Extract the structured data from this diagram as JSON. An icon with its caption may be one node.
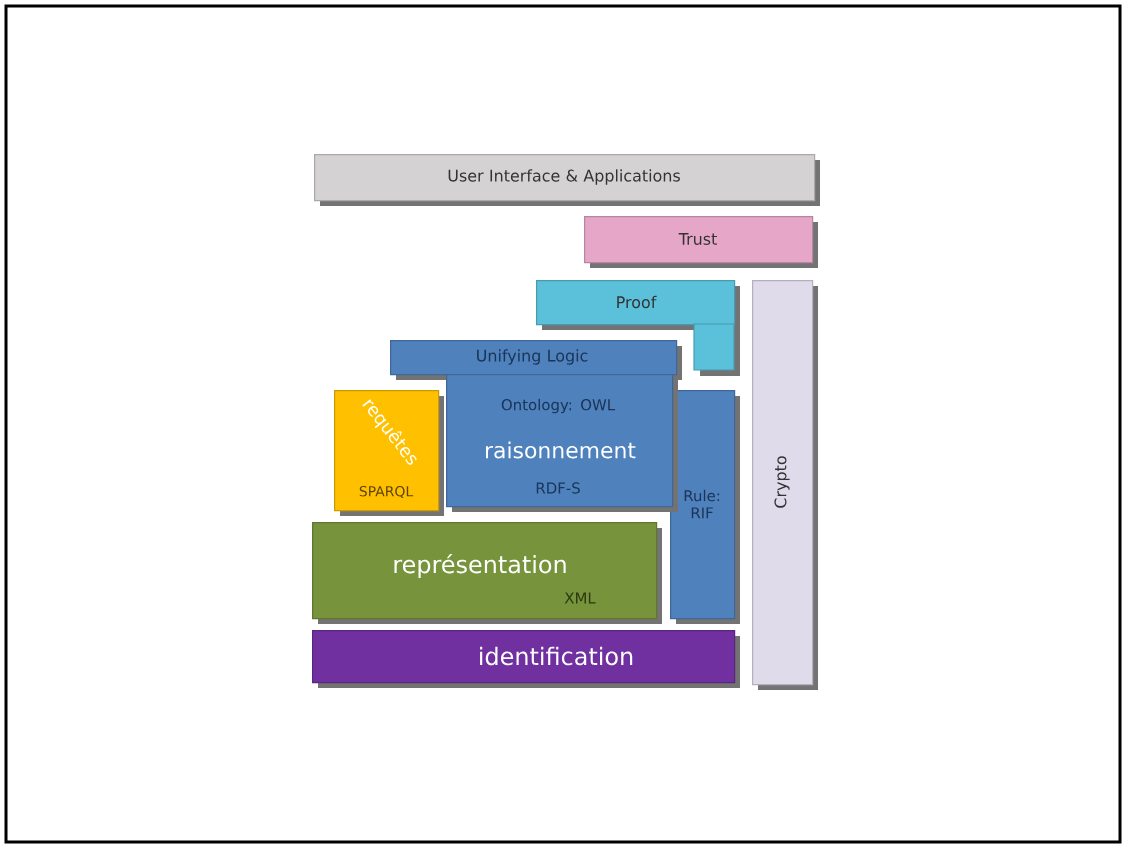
{
  "diagram": {
    "nodes": [
      {
        "text": [
          "User Interface & Applications"
        ]
      },
      {
        "text": [
          "Trust"
        ]
      },
      {
        "text": [
          "Proof"
        ]
      },
      {
        "text": [
          "Crypto"
        ]
      },
      {
        "text": [
          "Unifying Logic"
        ]
      },
      {
        "text": [
          "Ontology: OWL",
          "raisonnement",
          "RDF-S"
        ]
      },
      {
        "text": [
          "Rule: RIF"
        ]
      },
      {
        "text": [
          "requêtes",
          "SPARQL"
        ]
      },
      {
        "text": [
          "représentation",
          "XML"
        ]
      },
      {
        "text": [
          "identification"
        ]
      }
    ]
  }
}
